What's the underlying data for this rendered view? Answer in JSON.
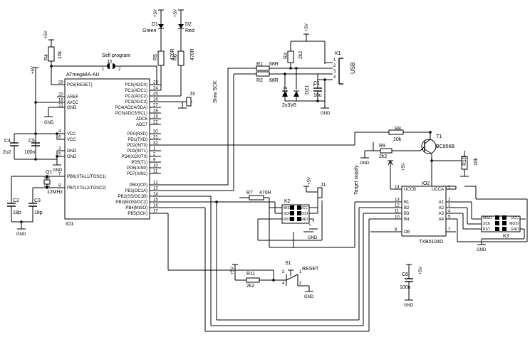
{
  "ic1": {
    "name": "ATmega8A-AU",
    "ref": "IO1",
    "left_pins": [
      {
        "num": "29",
        "label": "PC6(RESET)"
      },
      {
        "num": "20",
        "label": "AREF"
      },
      {
        "num": "18",
        "label": "AVCC"
      },
      {
        "num": "21",
        "label": "GND"
      },
      {
        "num": "4",
        "label": "VCC"
      },
      {
        "num": "6",
        "label": "VCC"
      },
      {
        "num": "3",
        "label": "GND"
      },
      {
        "num": "5",
        "label": "GND"
      },
      {
        "num": "7",
        "label": "PB6(XTAL1/TOSC1)"
      },
      {
        "num": "8",
        "label": "PB7(XTAL2/TOSC2)"
      }
    ],
    "right_pins": [
      {
        "num": "23",
        "label": "PC0(ADC0)"
      },
      {
        "num": "24",
        "label": "PC1(ADC1)"
      },
      {
        "num": "25",
        "label": "PC2(ADC2)"
      },
      {
        "num": "26",
        "label": "PC3(ADC3)"
      },
      {
        "num": "27",
        "label": "PC4(ADC4/SDA)"
      },
      {
        "num": "28",
        "label": "PC5(ADC5/SCL)"
      },
      {
        "num": "19",
        "label": "ADC6"
      },
      {
        "num": "22",
        "label": "ADC7"
      },
      {
        "num": "30",
        "label": "PD0(RXD)"
      },
      {
        "num": "31",
        "label": "PD1(TXD)"
      },
      {
        "num": "32",
        "label": "PD2(INT0)"
      },
      {
        "num": "1",
        "label": "PD3(INT1)"
      },
      {
        "num": "2",
        "label": "PD4(XCK/T0)"
      },
      {
        "num": "9",
        "label": "PD5(T1)"
      },
      {
        "num": "10",
        "label": "PD6(AIN0)"
      },
      {
        "num": "11",
        "label": "PD7(AIN1)"
      },
      {
        "num": "12",
        "label": "PB0(ICP)"
      },
      {
        "num": "13",
        "label": "PB1(OC1A)"
      },
      {
        "num": "14",
        "label": "PB2(SS/OC1B)"
      },
      {
        "num": "15",
        "label": "PB3(MOSI/OC2)"
      },
      {
        "num": "16",
        "label": "PB4(MISO)"
      },
      {
        "num": "17",
        "label": "PB5(SCK)"
      }
    ]
  },
  "ic2": {
    "name": "TXB0104D",
    "ref": "IO2",
    "pins": [
      {
        "num": "14",
        "label": "UCCB"
      },
      {
        "num": "1",
        "label": "UCCA"
      },
      {
        "num": "13",
        "label": "B1"
      },
      {
        "num": "2",
        "label": "A1"
      },
      {
        "num": "12",
        "label": "B2"
      },
      {
        "num": "3",
        "label": "A2"
      },
      {
        "num": "11",
        "label": "B3"
      },
      {
        "num": "4",
        "label": "A3"
      },
      {
        "num": "10",
        "label": "B4"
      },
      {
        "num": "5",
        "label": "A4"
      },
      {
        "num": "8",
        "label": "OE"
      },
      {
        "num": "7",
        "label": ""
      }
    ]
  },
  "labels": {
    "v5": "+5V",
    "gnd": "GND",
    "r4": "R4",
    "r4v": "10k",
    "j2": "J2",
    "j2_title": "Self program",
    "j2_p1": "1",
    "j2_p2": "2",
    "d1": "D1",
    "d1_color": "Green",
    "d2": "D2",
    "d2_color": "Red",
    "r5": "R5",
    "r5v": "470R",
    "r6": "R6",
    "r6v": "470R",
    "j3": "J3",
    "slow_sck": "Slow SCK",
    "r1": "R1",
    "r1v": "68R",
    "r2": "R2",
    "r2v": "68R",
    "r3": "R3",
    "r3v": "2k2",
    "k1": "K1",
    "usb": "USB",
    "k1p": [
      "1",
      "2",
      "3",
      "4"
    ],
    "dz2": "DZ2",
    "dz1": "DZ1",
    "dz_val": "2x3V6",
    "c1": "C1",
    "c1v": "10u",
    "c1plus": "+",
    "c4": "C4",
    "c4v": "2u2",
    "c5": "C5",
    "c5v": "100n",
    "q1": "Q1",
    "q1v": "12MHz",
    "c2": "C2",
    "c2v": "18p",
    "c3": "C3",
    "c3v": "18p",
    "r7": "R7",
    "r7v": "470R",
    "j1": "J1",
    "target_supply": "Target supply",
    "k2": "K2",
    "k3": "K3",
    "isp_left": [
      "MISO",
      "SCK",
      "RST"
    ],
    "isp_right": [
      "UCC",
      "MOSI",
      "GND"
    ],
    "r8": "R8",
    "r8v": "10k",
    "r9": "R9",
    "r9v": "2k2",
    "t1": "T1",
    "t1v": "BC856B",
    "r10": "R10",
    "r10v": "10k",
    "s1": "S1",
    "reset": "RESET",
    "s1p": [
      "1",
      "2",
      "3",
      "4"
    ],
    "r11": "R11",
    "r11v": "2k2",
    "c6": "C6",
    "c6v": "100n"
  },
  "colors": {
    "ink": "#000000",
    "paper": "#ffffff"
  }
}
